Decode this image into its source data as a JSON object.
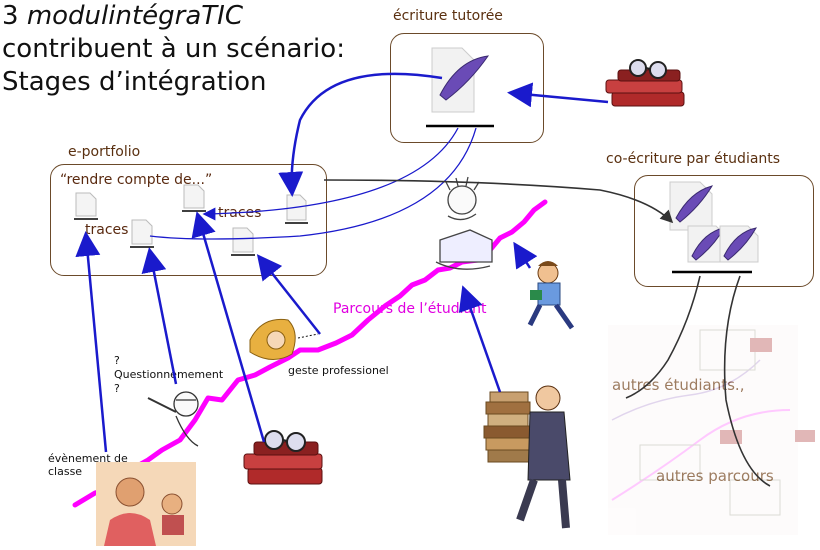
{
  "title": {
    "line1_prefix": "3 ",
    "line1_italic": "modulintégraTIC",
    "line2": "contribuent à un scénario:",
    "line3": "Stages d’intégration"
  },
  "boxes": {
    "ecriture_tutoree": "écriture tutorée",
    "eportfolio": "e-portfolio",
    "rendre_compte": "“rendre compte de...”",
    "traces_1": "traces",
    "traces_2": "traces",
    "coecriture": "co-écriture par étudiants"
  },
  "labels": {
    "parcours": "Parcours de l’étudiant",
    "geste": "geste professionel",
    "question_mark_1": "?",
    "questionnement": "Questionnemement",
    "question_mark_2": "?",
    "evenement": "évènement de",
    "classe": "classe",
    "autres_etudiants": "autres étudiants.,",
    "autres_parcours": "autres parcours"
  },
  "colors": {
    "arrow_blue": "#1a1acc",
    "path_magenta": "#ff00ff",
    "box_border": "#6b4a2a",
    "curve_dark": "#333333"
  }
}
